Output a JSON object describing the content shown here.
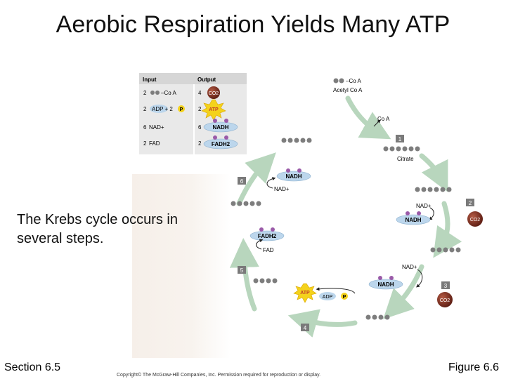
{
  "title": "Aerobic Respiration Yields Many ATP",
  "caption": "The Krebs cycle occurs in several steps.",
  "footer": {
    "section": "Section 6.5",
    "figure": "Figure 6.6",
    "copyright": "Copyright© The McGraw-Hill Companies, Inc. Permission required for reproduction or display."
  },
  "table": {
    "input_header": "Input",
    "output_header": "Output",
    "rows": [
      {
        "in_n": "2",
        "in_label": "–Co A",
        "out_n": "4",
        "out_label": "CO2"
      },
      {
        "in_n": "2",
        "in_label": "ADP + 2",
        "in_extra": "P",
        "out_n": "2",
        "out_label": "ATP"
      },
      {
        "in_n": "6",
        "in_label": "NAD+",
        "out_n": "6",
        "out_label": "NADH"
      },
      {
        "in_n": "2",
        "in_label": "FAD",
        "out_n": "2",
        "out_label": "FADH2"
      }
    ]
  },
  "cycle": {
    "acetyl_top": "–Co A",
    "acetyl_bottom": "Acetyl Co A",
    "coa": "Co A",
    "citrate": "Citrate",
    "nad_plus": "NAD+",
    "nadh": "NADH",
    "co2": "CO2",
    "fadh2": "FADH2",
    "fad": "FAD",
    "atp": "ATP",
    "adp": "ADP",
    "p": "P",
    "steps": [
      "1",
      "2",
      "3",
      "4",
      "5",
      "6"
    ]
  },
  "colors": {
    "arrow": "#b8d6bd",
    "nadh_fill": "#bcd6ec",
    "co2_fill": "#7a2a1e",
    "atp_fill": "#f4d21c",
    "molecule_dot": "#7d7d7d",
    "purple_dot": "#9a5aa8",
    "step_box": "#7a7a7a"
  }
}
